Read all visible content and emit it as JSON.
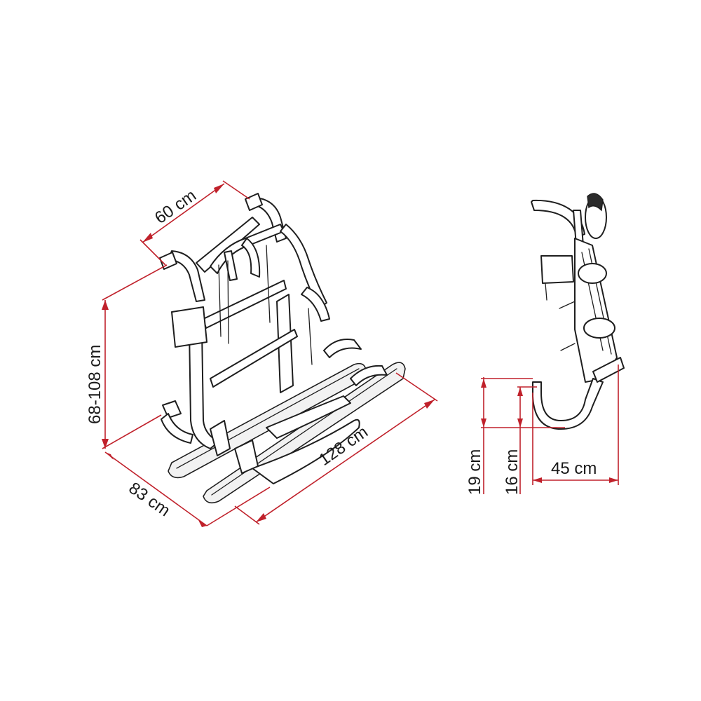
{
  "colors": {
    "dimension_line": "#c0212b",
    "drawing_ink": "#1e1e1e",
    "background": "#ffffff"
  },
  "dimensions": {
    "top_width": "60 cm",
    "height_range": "68-108 cm",
    "depth": "83 cm",
    "length": "128 cm",
    "side_19": "19 cm",
    "side_16": "16 cm",
    "side_45": "45 cm"
  }
}
